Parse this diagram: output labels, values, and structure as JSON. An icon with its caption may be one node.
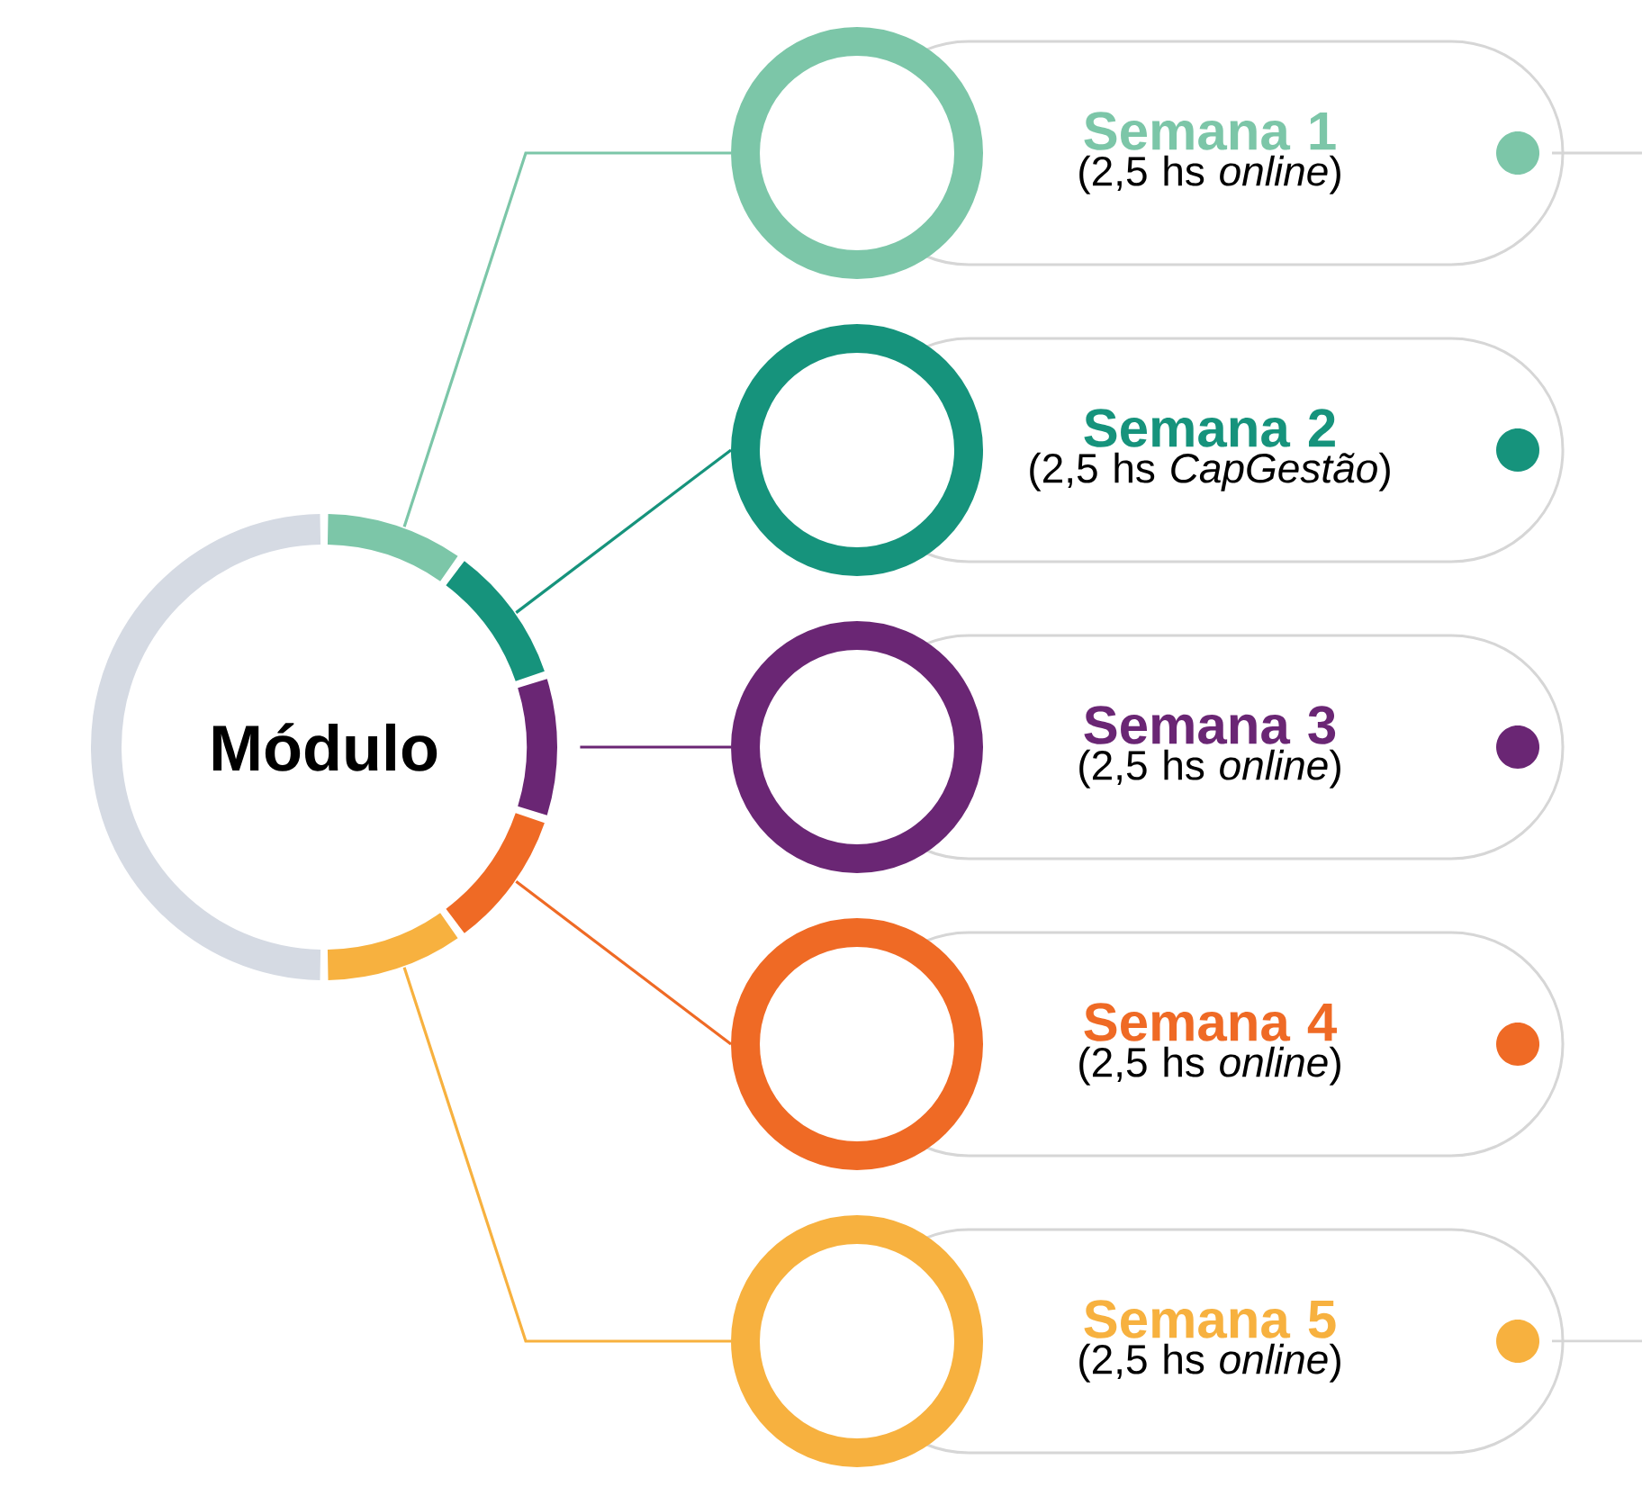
{
  "diagram": {
    "nodes": [
      {
        "text": [
          "Módulo"
        ]
      },
      {
        "text": [],
        "shape": "circle"
      },
      {
        "text": [
          "Semana 1",
          "(2,5 hs *online*)"
        ]
      },
      {
        "text": [],
        "shape": "circle"
      },
      {
        "text": [
          "Semana 2",
          "(2,5 hs *CapGestão*)"
        ]
      },
      {
        "text": [],
        "shape": "circle"
      },
      {
        "text": [
          "Semana 3",
          "(2,5 hs *online*)"
        ]
      },
      {
        "text": [],
        "shape": "circle"
      },
      {
        "text": [
          "Semana 4",
          "(2,5 hs *online*)"
        ]
      },
      {
        "text": [],
        "shape": "circle"
      },
      {
        "text": [
          "Semana 5",
          "(2,5 hs *online*)"
        ]
      }
    ],
    "edges": [
      {
        "from": 0,
        "to": 1,
        "arrow": "none",
        "color": "#7cc6a8"
      },
      {
        "from": 0,
        "to": 3,
        "arrow": "none",
        "color": "#16937c"
      },
      {
        "from": 0,
        "to": 5,
        "arrow": "none",
        "color": "#6a2674"
      },
      {
        "from": 0,
        "to": 7,
        "arrow": "none",
        "color": "#ef6a25"
      },
      {
        "from": 0,
        "to": 9,
        "arrow": "none",
        "color": "#f7b13f"
      }
    ]
  }
}
